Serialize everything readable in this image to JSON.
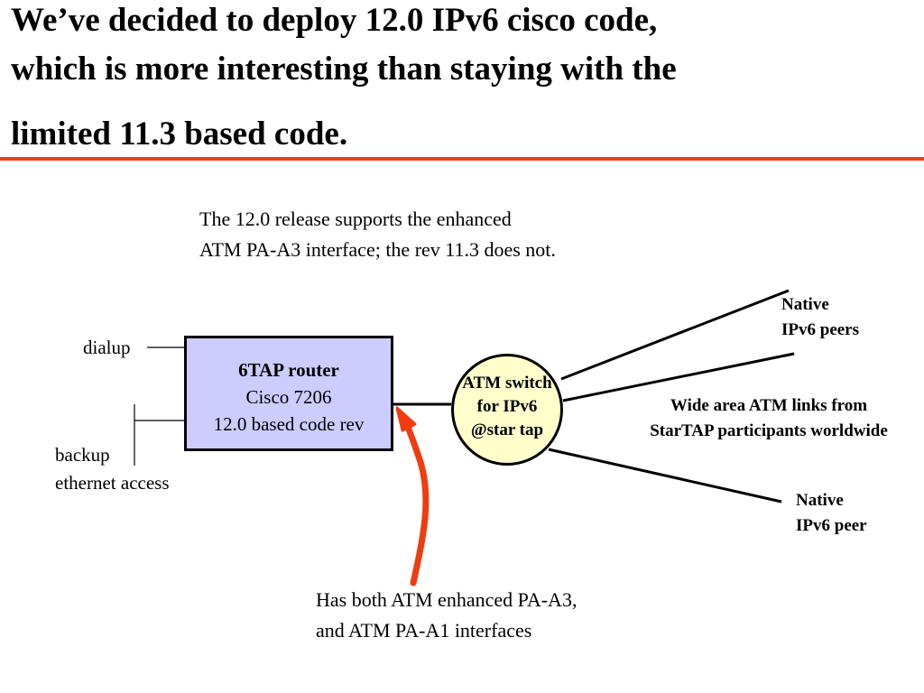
{
  "title": {
    "line1": "We’ve decided to deploy 12.0 IPv6 cisco code,",
    "line2": "which is more interesting than staying with the",
    "line3": "limited 11.3 based code."
  },
  "top_note": {
    "line1": "The 12.0 release supports the enhanced",
    "line2": "ATM PA-A3 interface; the rev 11.3 does not."
  },
  "labels": {
    "dialup": "dialup",
    "backup_line1": "backup",
    "backup_line2": "ethernet access"
  },
  "router": {
    "name": "6TAP router",
    "model": "Cisco 7206",
    "code": "12.0 based code rev"
  },
  "switch": {
    "line1": "ATM switch",
    "line2": "for IPv6",
    "line3": "@star tap"
  },
  "peers": {
    "top_line1": "Native",
    "top_line2": "IPv6 peers",
    "middle_line1": "Wide area ATM links from",
    "middle_line2": "StarTAP participants worldwide",
    "bottom_line1": "Native",
    "bottom_line2": "IPv6 peer"
  },
  "bottom_note": {
    "line1": "Has both ATM enhanced PA-A3,",
    "line2": "and ATM PA-A1 interfaces"
  },
  "colors": {
    "accent_rule": "#e8401c",
    "arrow": "#f03c10",
    "router_fill": "#ccccff",
    "switch_fill": "#ffffcc"
  }
}
